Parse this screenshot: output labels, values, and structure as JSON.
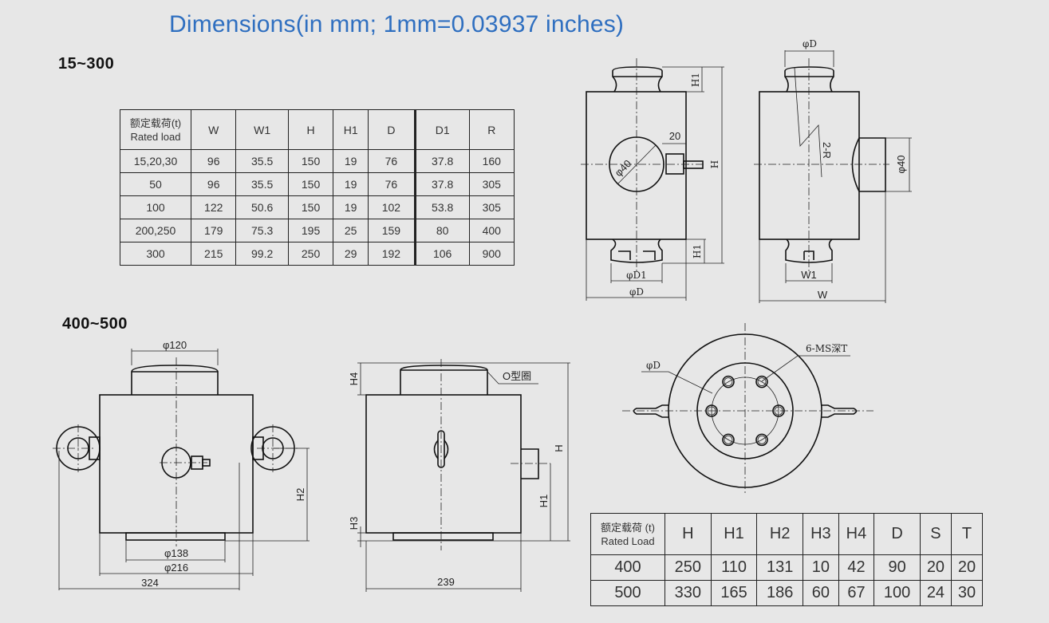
{
  "title": "Dimensions(in mm; 1mm=0.03937 inches)",
  "section1": {
    "heading": "15~300",
    "table": {
      "header_cn": "额定载荷(t)",
      "header_en": "Rated load",
      "columns": [
        "W",
        "W1",
        "H",
        "H1",
        "D",
        "D1",
        "R"
      ],
      "rows": [
        [
          "15,20,30",
          "96",
          "35.5",
          "150",
          "19",
          "76",
          "37.8",
          "160"
        ],
        [
          "50",
          "96",
          "35.5",
          "150",
          "19",
          "76",
          "37.8",
          "305"
        ],
        [
          "100",
          "122",
          "50.6",
          "150",
          "19",
          "102",
          "53.8",
          "305"
        ],
        [
          "200,250",
          "179",
          "75.3",
          "195",
          "25",
          "159",
          "80",
          "400"
        ],
        [
          "300",
          "215",
          "99.2",
          "250",
          "29",
          "192",
          "106",
          "900"
        ]
      ]
    },
    "front_view": {
      "h1_top": "H1",
      "h1_bottom": "H1",
      "h": "H",
      "phi40": "φ40",
      "d20": "20",
      "phiD1": "φD1",
      "phiD": "φD"
    },
    "side_view": {
      "phiD": "φD",
      "r": "2-R",
      "phi40": "φ40",
      "w1": "W1",
      "w": "W"
    }
  },
  "section2": {
    "heading": "400~500",
    "front_view": {
      "phi120": "φ120",
      "phi138": "φ138",
      "phi216": "φ216",
      "w324": "324",
      "h2": "H2"
    },
    "side_view": {
      "oring": "O型圈",
      "h4": "H4",
      "h3": "H3",
      "h": "H",
      "h1": "H1",
      "w239": "239"
    },
    "top_view": {
      "phiD": "φD",
      "holes": "6-MS深T"
    },
    "table": {
      "header_cn": "额定载荷 (t)",
      "header_en": "Rated Load",
      "columns": [
        "H",
        "H1",
        "H2",
        "H3",
        "H4",
        "D",
        "S",
        "T"
      ],
      "rows": [
        [
          "400",
          "250",
          "110",
          "131",
          "10",
          "42",
          "90",
          "20",
          "20"
        ],
        [
          "500",
          "330",
          "165",
          "186",
          "60",
          "67",
          "100",
          "24",
          "30"
        ]
      ]
    }
  }
}
